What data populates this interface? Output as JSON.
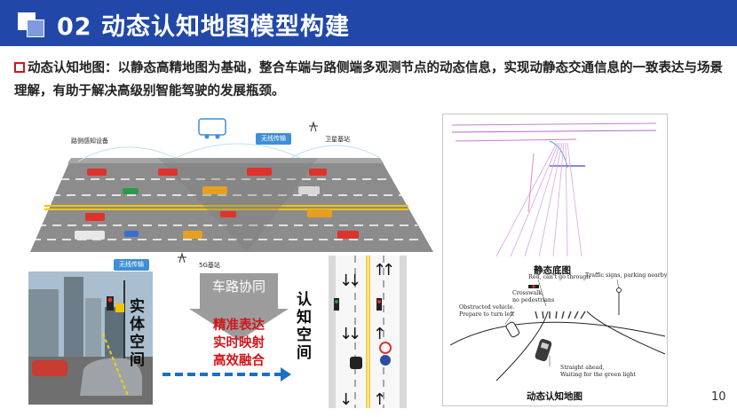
{
  "header": {
    "title": "02 动态认知地图模型构建"
  },
  "description": {
    "bullet_icon": "red-square-bullet-icon",
    "text": "动态认知地图：以静态高精地图为基础，整合车端与路侧端多观测节点的动态信息，实现动静态交通信息的一致表达与场景理解，有助于解决高级别智能驾驶的发展瓶颈。"
  },
  "diagram": {
    "roadside_label": "路侧感知设备",
    "wireless_label_top": "无线传输",
    "satellite_label": "卫星基站",
    "wireless_label_bottom": "无线传输",
    "five_g_label": "5G基站",
    "physical_space": "实体空间",
    "cognitive_space": "认知空间",
    "collab_label": "车路协同",
    "result_lines": [
      "精准表达",
      "实时映射",
      "高效融合"
    ],
    "colors": {
      "pill": "#3e8fd6",
      "arrow_blue": "#1c6fc4",
      "red_text": "#d0161b"
    }
  },
  "panel": {
    "static_caption": "静态底图",
    "dynamic_caption": "动态认知地图",
    "annotations": {
      "red_light": "Red, can't go through",
      "traffic_signs": "Traffic signs, parking nearby",
      "crosswalk": "Crosswalk,\nno pedestrians",
      "obstructed": "Obstructed vehicle.\nPrepare to turn left",
      "straight": "Straight ahead,\nWaiting for the green light"
    }
  },
  "page_number": "10",
  "colors": {
    "header_bg": "#2148a8",
    "accent_red": "#d0161b"
  }
}
